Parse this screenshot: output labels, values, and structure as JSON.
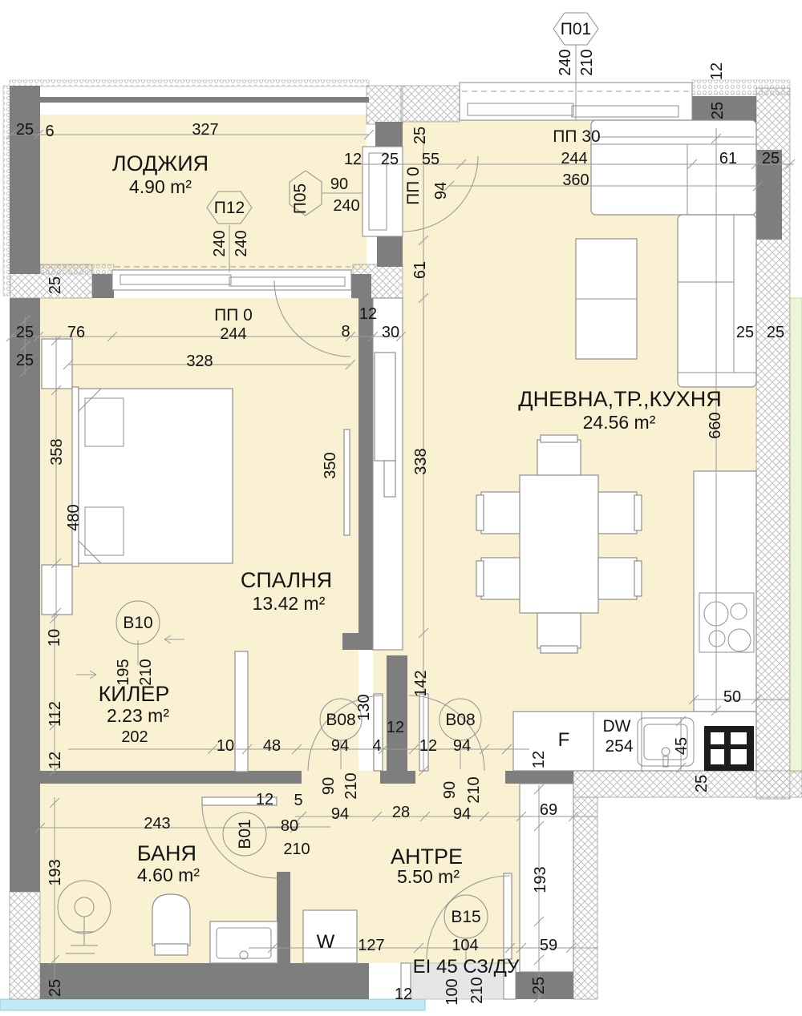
{
  "meta": {
    "title": "Apartment floor plan"
  },
  "colors": {
    "room_fill": "#faf0d2",
    "wall": "#7e7e7e",
    "exterior_green": "#ecf6d8",
    "water_cyan": "#c3e9f4",
    "text": "#141414"
  },
  "rooms": {
    "loggia": {
      "name": "ЛОДЖИЯ",
      "area": "4.90 m²"
    },
    "living": {
      "name": "ДНЕВНА,ТР.,КУХНЯ",
      "area": "24.56 m²"
    },
    "bedroom": {
      "name": "СПАЛНЯ",
      "area": "13.42 m²"
    },
    "closet": {
      "name": "КИЛЕР",
      "area": "2.23 m²",
      "width": "202"
    },
    "bath": {
      "name": "БАНЯ",
      "area": "4.60 m²"
    },
    "hall": {
      "name": "АНТРЕ",
      "area": "5.50 m²"
    }
  },
  "plan_labels": {
    "p01": "П01",
    "p12": "П12",
    "p05": "П05",
    "pp30": "ПП 30",
    "pp0_bedroom": "ПП 0",
    "pp0_living": "ПП 0",
    "b10": "B10",
    "b08_left": "B08",
    "b08_right": "B08",
    "b01": "B01",
    "b15": "B15",
    "entrance_rating": "EI 45 СЗ/ДУ",
    "washer": "W",
    "fridge": "F",
    "dishwasher": "DW",
    "dishwasher_dim": "254"
  },
  "dims": [
    "25",
    "6",
    "327",
    "240",
    "210",
    "12",
    "25",
    "12",
    "25",
    "55",
    "244",
    "61",
    "25",
    "360",
    "94",
    "25",
    "240",
    "240",
    "90",
    "240",
    "25",
    "25",
    "76",
    "244",
    "8",
    "12",
    "30",
    "25",
    "328",
    "61",
    "358",
    "480",
    "350",
    "338",
    "660",
    "25",
    "25",
    "195",
    "210",
    "10",
    "112",
    "12",
    "10",
    "48",
    "130",
    "142",
    "12",
    "94",
    "4",
    "12",
    "94",
    "90",
    "210",
    "90",
    "210",
    "94",
    "28",
    "94",
    "12",
    "69",
    "45",
    "50",
    "25",
    "243",
    "12",
    "5",
    "80",
    "210",
    "193",
    "127",
    "104",
    "59",
    "193",
    "12",
    "100",
    "210",
    "25",
    "25"
  ]
}
